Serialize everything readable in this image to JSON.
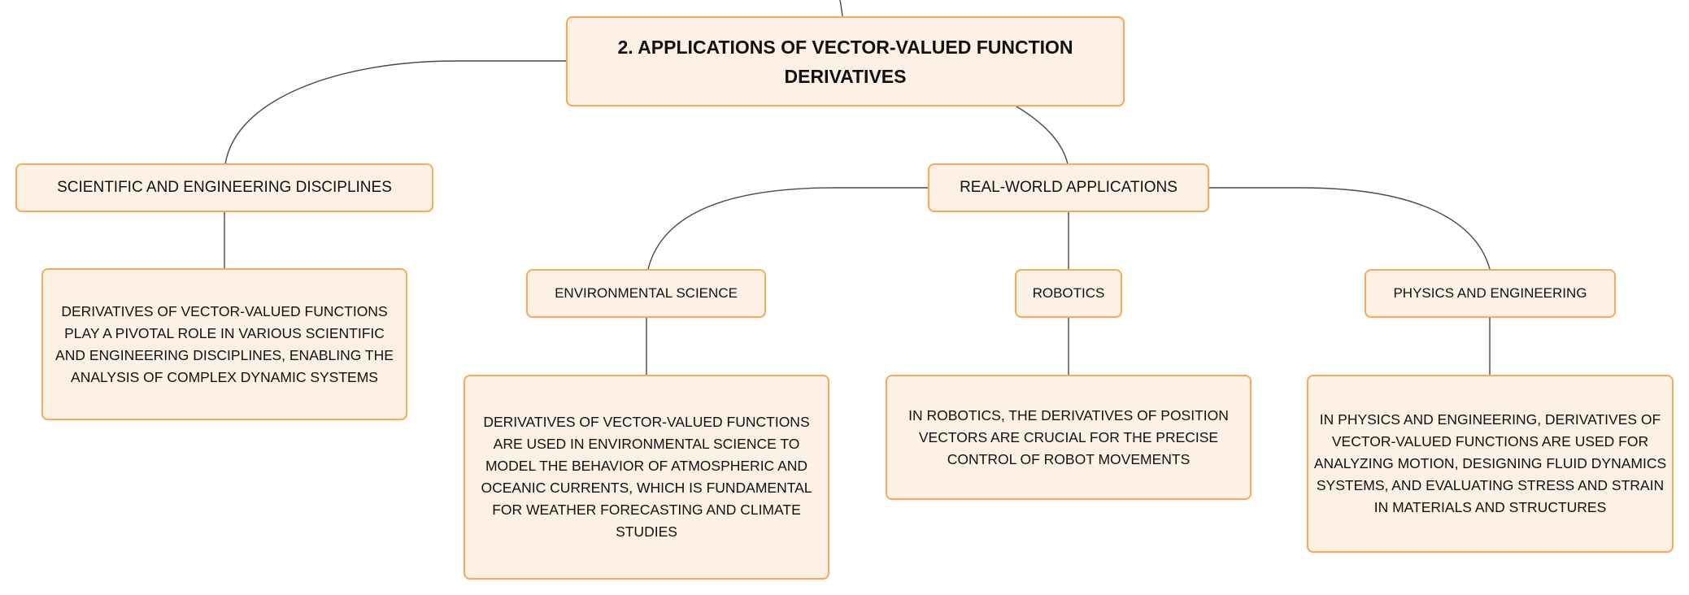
{
  "diagram": {
    "root": {
      "title": "2. APPLICATIONS OF VECTOR-VALUED FUNCTION DERIVATIVES"
    },
    "scientific": {
      "label": "SCIENTIFIC AND ENGINEERING DISCIPLINES",
      "detail": "DERIVATIVES OF VECTOR-VALUED FUNCTIONS PLAY A PIVOTAL ROLE IN VARIOUS SCIENTIFIC AND ENGINEERING DISCIPLINES, ENABLING THE ANALYSIS OF COMPLEX DYNAMIC SYSTEMS"
    },
    "real_world": {
      "label": "REAL-WORLD APPLICATIONS",
      "environmental": {
        "label": "ENVIRONMENTAL SCIENCE",
        "detail": "DERIVATIVES OF VECTOR-VALUED FUNCTIONS ARE USED IN ENVIRONMENTAL SCIENCE TO MODEL THE BEHAVIOR OF ATMOSPHERIC AND OCEANIC CURRENTS, WHICH IS FUNDAMENTAL FOR WEATHER FORECASTING AND CLIMATE STUDIES"
      },
      "robotics": {
        "label": "ROBOTICS",
        "detail": "IN ROBOTICS, THE DERIVATIVES OF POSITION VECTORS ARE CRUCIAL FOR THE PRECISE CONTROL OF ROBOT MOVEMENTS"
      },
      "physics": {
        "label": "PHYSICS AND ENGINEERING",
        "detail": "IN PHYSICS AND ENGINEERING, DERIVATIVES OF VECTOR-VALUED FUNCTIONS ARE USED FOR ANALYZING MOTION, DESIGNING FLUID DYNAMICS SYSTEMS, AND EVALUATING STRESS AND STRAIN IN MATERIALS AND STRUCTURES"
      }
    }
  },
  "colors": {
    "node_fill": "#fdf1e5",
    "node_border": "#f4ac5c",
    "connector": "#4a4a4a",
    "text": "#111111"
  }
}
